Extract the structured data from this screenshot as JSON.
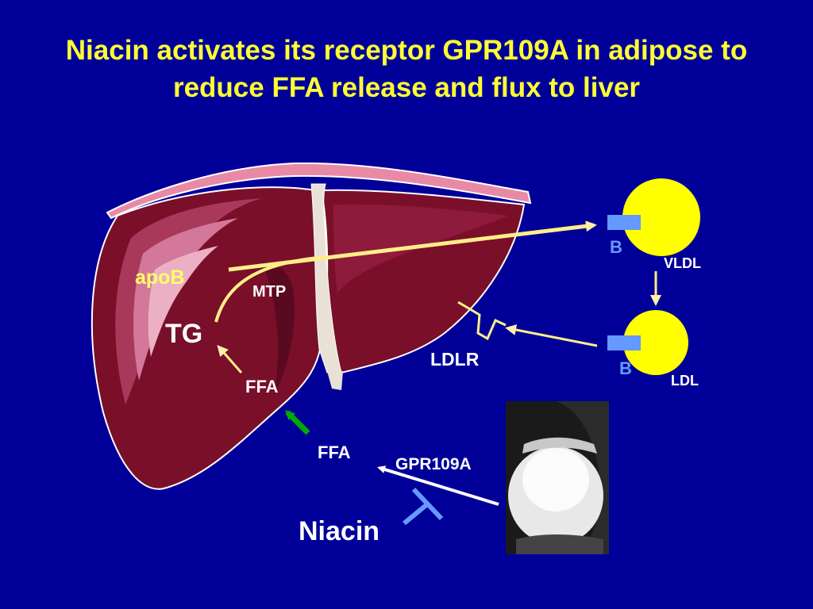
{
  "slide": {
    "title_line1": "Niacin activates its receptor GPR109A in adipose to",
    "title_line2": "reduce FFA release and flux to liver"
  },
  "labels": {
    "apoB": "apoB",
    "mtp": "MTP",
    "tg": "TG",
    "ffa_liver": "FFA",
    "ffa_adipose": "FFA",
    "ldlr": "LDLR",
    "gpr109a": "GPR109A",
    "niacin": "Niacin",
    "vldl": "VLDL",
    "ldl": "LDL",
    "vldl_apob": "B",
    "ldl_apob": "B"
  },
  "colors": {
    "background": "#000099",
    "title": "#ffff33",
    "liver": "#7a0f2a",
    "lipoprotein": "#ffff00",
    "apob_marker": "#6699ff",
    "arrow_cream": "#ffeeaa",
    "arrow_green": "#00aa00",
    "inhibit": "#6699ff"
  }
}
